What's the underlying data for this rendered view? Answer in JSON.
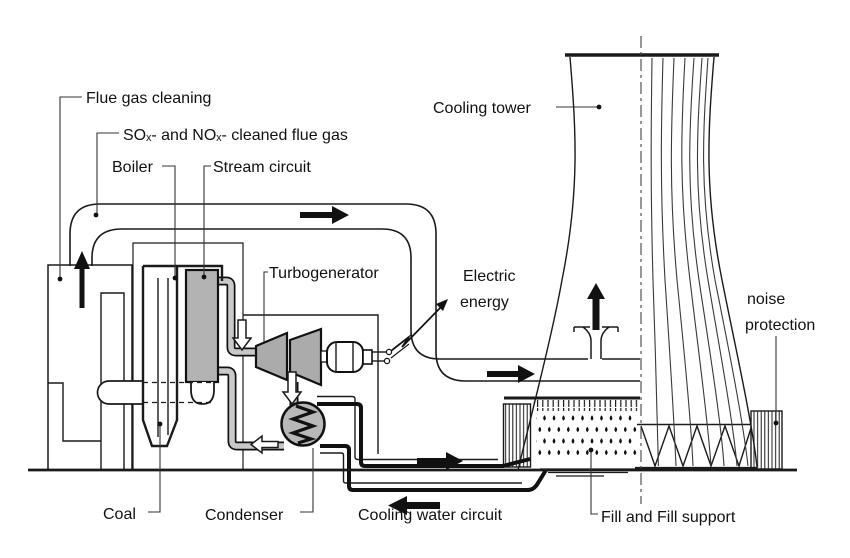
{
  "diagram": {
    "title_context": "Coal-fired power plant with natural-draft cooling tower schematic",
    "labels": {
      "flue_gas_cleaning": "Flue gas cleaning",
      "cleaned_flue_gas": "SOₓ- and NOₓ- cleaned flue gas",
      "boiler": "Boiler",
      "stream_circuit": "Stream circuit",
      "cooling_tower": "Cooling tower",
      "turbogenerator": "Turbogenerator",
      "electric_energy_line1": "Electric",
      "electric_energy_line2": "energy",
      "noise_protection_line1": "noise",
      "noise_protection_line2": "protection",
      "coal": "Coal",
      "condenser": "Condenser",
      "cooling_water_circuit": "Cooling water circuit",
      "fill_and_fill_support": "Fill and Fill support"
    },
    "colors": {
      "ink": "#1a1a1a",
      "equipment_gray": "#b3b3b3",
      "turbine_gray": "#ababab",
      "condenser_gray": "#b8b8b8",
      "pipe_gray": "#c9c9c9",
      "background": "#ffffff"
    }
  }
}
